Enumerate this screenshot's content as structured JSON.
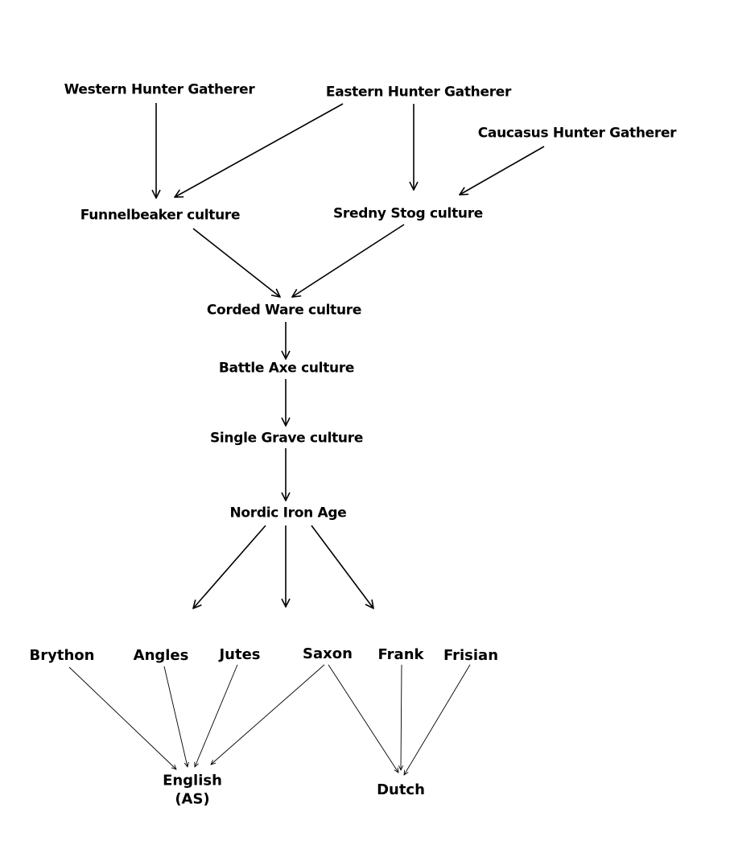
{
  "diagram": {
    "nodes": {
      "whg": "Western Hunter Gatherer",
      "ehg": "Eastern Hunter Gatherer",
      "chg": "Caucasus Hunter Gatherer",
      "funnelbeaker": "Funnelbeaker culture",
      "sredny_stog": "Sredny Stog culture",
      "corded_ware": "Corded Ware culture",
      "battle_axe": "Battle Axe culture",
      "single_grave": "Single Grave culture",
      "nordic_iron_age": "Nordic Iron Age",
      "brython": "Brython",
      "angles": "Angles",
      "jutes": "Jutes",
      "saxon": "Saxon",
      "frank": "Frank",
      "frisian": "Frisian",
      "english_line1": "English",
      "english_line2": "(AS)",
      "dutch": "Dutch"
    },
    "edges": [
      [
        "whg",
        "funnelbeaker"
      ],
      [
        "ehg",
        "funnelbeaker"
      ],
      [
        "ehg",
        "sredny_stog"
      ],
      [
        "chg",
        "sredny_stog"
      ],
      [
        "funnelbeaker",
        "corded_ware"
      ],
      [
        "sredny_stog",
        "corded_ware"
      ],
      [
        "corded_ware",
        "battle_axe"
      ],
      [
        "battle_axe",
        "single_grave"
      ],
      [
        "single_grave",
        "nordic_iron_age"
      ],
      [
        "brython",
        "english"
      ],
      [
        "angles",
        "english"
      ],
      [
        "jutes",
        "english"
      ],
      [
        "saxon",
        "english"
      ],
      [
        "saxon",
        "dutch"
      ],
      [
        "frank",
        "dutch"
      ],
      [
        "frisian",
        "dutch"
      ]
    ],
    "line_color": "#000000",
    "text_color": "#000000"
  }
}
